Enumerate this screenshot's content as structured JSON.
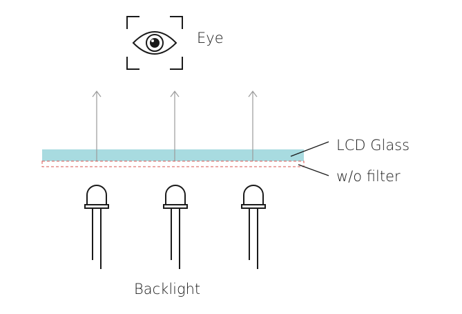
{
  "labels": {
    "eye": "Eye",
    "lcd_glass": "LCD Glass",
    "without_filter": "w/o filter",
    "backlight": "Backlight"
  },
  "components": {
    "eye_icon": "eye-icon",
    "led_count": 3,
    "light_ray_count": 3
  },
  "colors": {
    "lcd_glass": "#a8dbe0",
    "filter_dashed": "#d9534f",
    "ray": "#9a9a9a",
    "stroke": "#1a1a1a"
  }
}
